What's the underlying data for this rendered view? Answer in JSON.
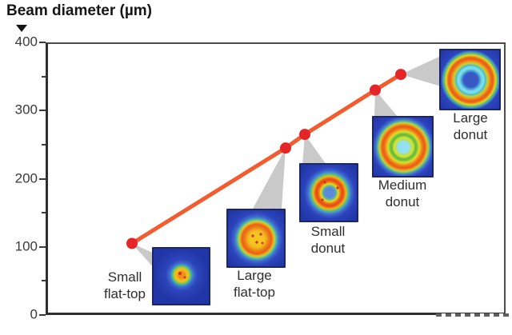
{
  "header": {
    "title": "Beam diameter (µm)"
  },
  "chart_data": {
    "type": "line",
    "title": "Beam diameter (µm)",
    "xlabel": "",
    "ylabel": "Beam diameter (µm)",
    "ylim": [
      0,
      400
    ],
    "yticks": [
      0,
      100,
      200,
      300,
      400
    ],
    "minor_yticks": [
      50,
      150,
      250,
      350
    ],
    "ytick_labels": [
      "0",
      "100",
      "200",
      "300",
      "400"
    ],
    "grid": false,
    "legend_position": "none",
    "line_color": "#f25c2e",
    "marker_color": "#e52528",
    "callout_color": "#c9c9c9",
    "series": [
      {
        "name": "Beam diameter",
        "points": [
          {
            "label": "Small flat-top",
            "diameter_um": 105
          },
          {
            "label": "Large flat-top",
            "diameter_um": 245
          },
          {
            "label": "Small donut",
            "diameter_um": 265
          },
          {
            "label": "Medium donut",
            "diameter_um": 330
          },
          {
            "label": "Large donut",
            "diameter_um": 353
          }
        ]
      }
    ],
    "annotations": [
      "Small flat-top",
      "Large flat-top",
      "Small donut",
      "Medium donut",
      "Large donut"
    ]
  },
  "insets": {
    "items": [
      {
        "line1": "Small",
        "line2": "flat-top",
        "icon": "small-flat-top-beam-profile"
      },
      {
        "line1": "Large",
        "line2": "flat-top",
        "icon": "large-flat-top-beam-profile"
      },
      {
        "line1": "Small",
        "line2": "donut",
        "icon": "small-donut-beam-profile"
      },
      {
        "line1": "Medium",
        "line2": "donut",
        "icon": "medium-donut-beam-profile"
      },
      {
        "line1": "Large",
        "line2": "donut",
        "icon": "large-donut-beam-profile"
      }
    ]
  }
}
